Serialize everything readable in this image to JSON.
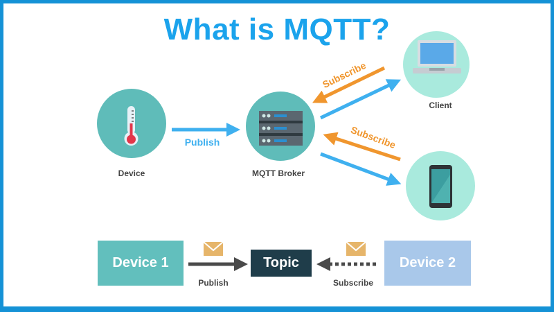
{
  "title": "What is MQTT?",
  "nodes": {
    "device": "Device",
    "broker": "MQTT Broker",
    "client": "Client"
  },
  "arrows": {
    "publish": "Publish",
    "subscribe_client": "Subscribe",
    "subscribe_phone": "Subscribe"
  },
  "bottom": {
    "device1": "Device 1",
    "topic": "Topic",
    "device2": "Device 2",
    "publish": "Publish",
    "subscribe": "Subscribe"
  },
  "colors": {
    "title": "#1ba3ec",
    "teal": "#5fbcb9",
    "mint": "#a9eadd",
    "blue_arrow": "#3fb0ef",
    "orange_arrow": "#f0962e",
    "topic": "#1f3d4a",
    "device2": "#a9c8ea",
    "envelope": "#e6b56a"
  }
}
